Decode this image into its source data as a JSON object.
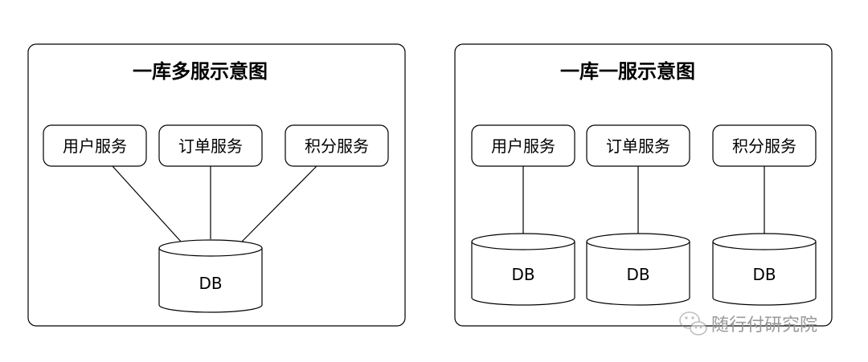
{
  "panels": [
    {
      "title": "一库多服示意图",
      "services": [
        "用户服务",
        "订单服务",
        "积分服务"
      ],
      "databases": [
        "DB"
      ]
    },
    {
      "title": "一库一服示意图",
      "services": [
        "用户服务",
        "订单服务",
        "积分服务"
      ],
      "databases": [
        "DB",
        "DB",
        "DB"
      ]
    }
  ],
  "watermark": {
    "text": "随行付研究院",
    "icon": "wechat-icon"
  }
}
